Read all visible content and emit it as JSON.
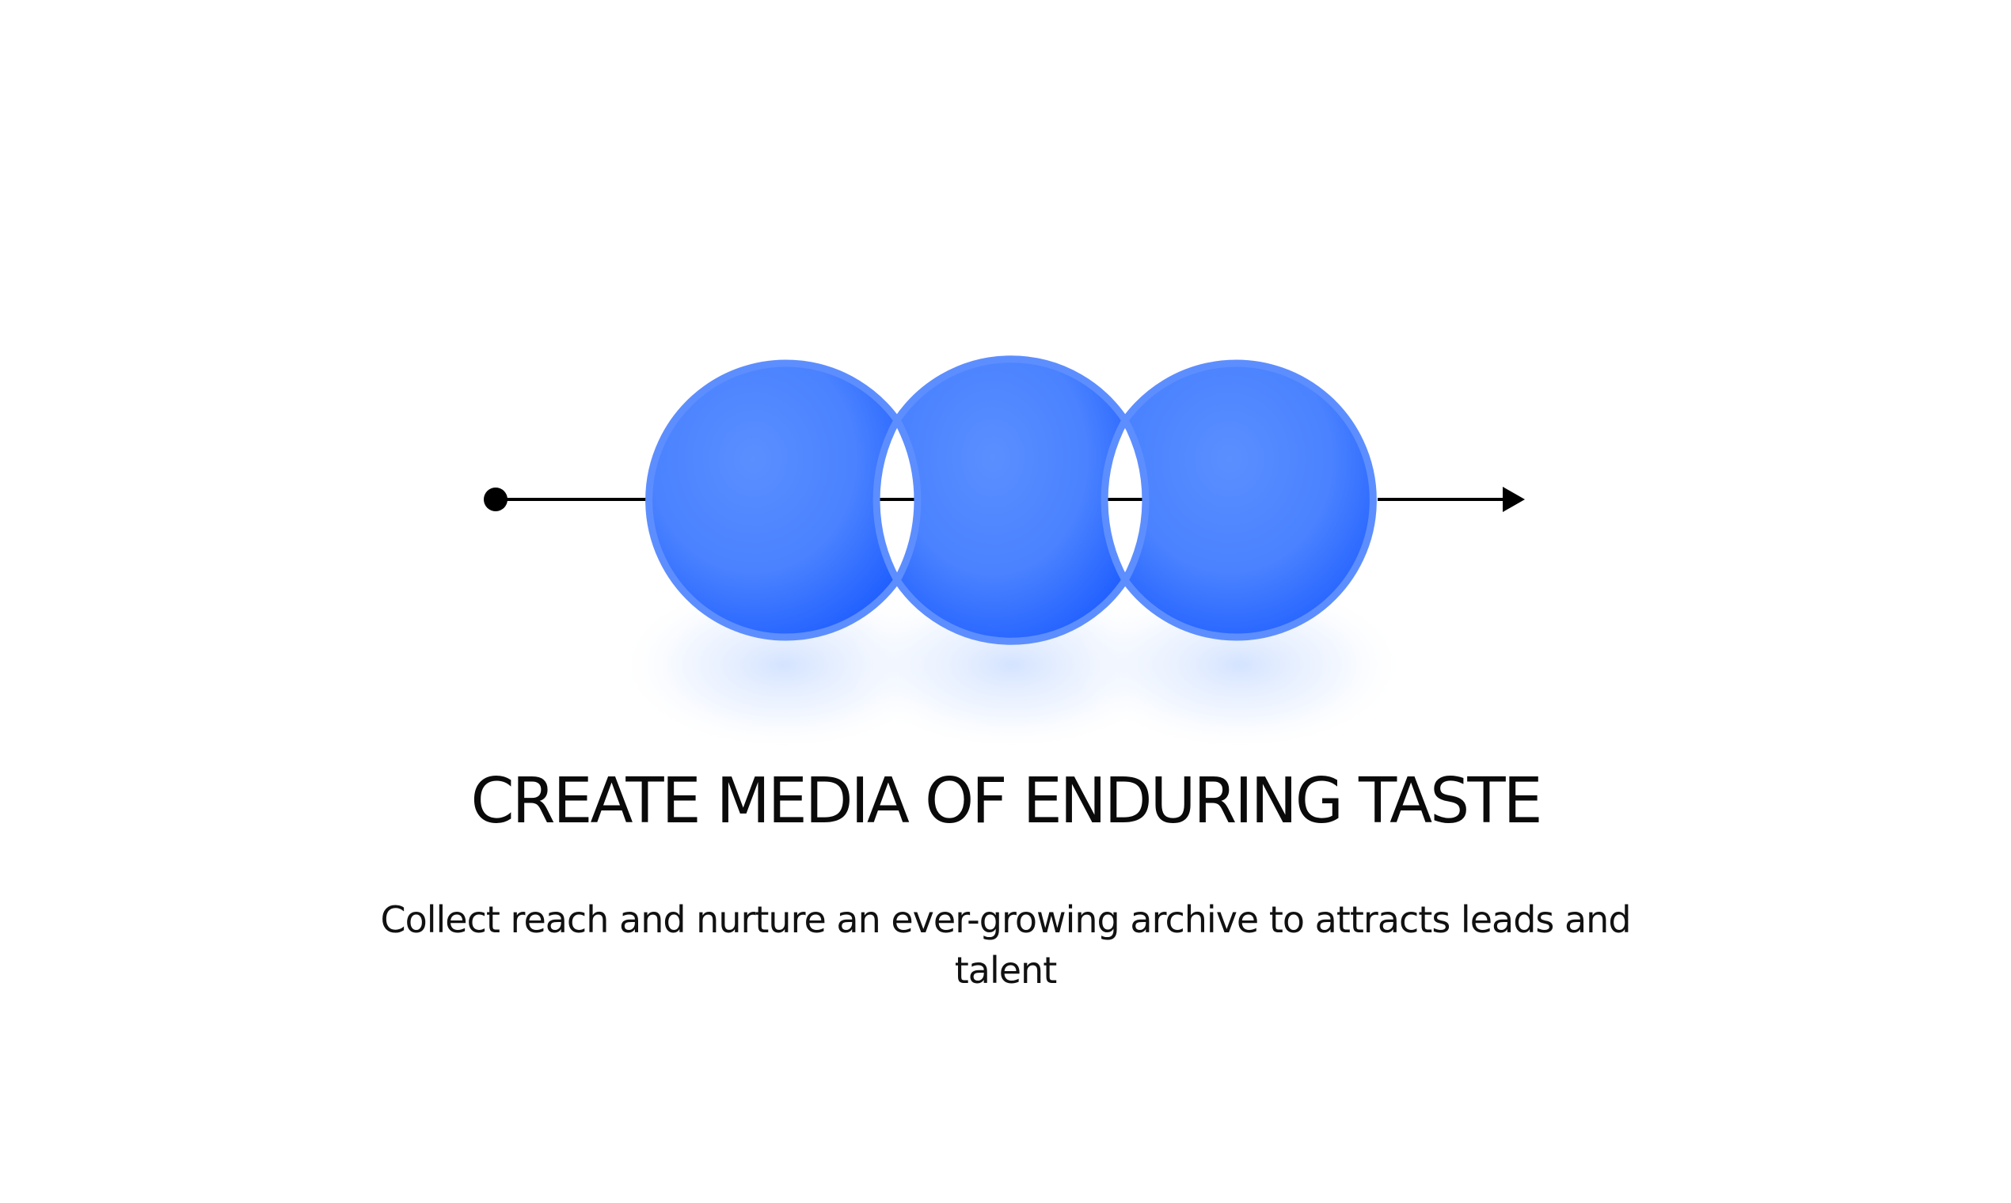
{
  "headline": "CREATE MEDIA OF ENDURING TASTE",
  "description": "Collect reach and nurture an ever-growing archive to attracts leads and talent",
  "diagram": {
    "shape_count": 3,
    "colors": {
      "accent": "#2f6bff",
      "accent_light": "#5a8fff",
      "border": "#5d8eff",
      "glow": "#cfe0ff",
      "line": "#000000"
    },
    "icons": [
      "start-dot-icon",
      "arrowhead-icon"
    ]
  }
}
